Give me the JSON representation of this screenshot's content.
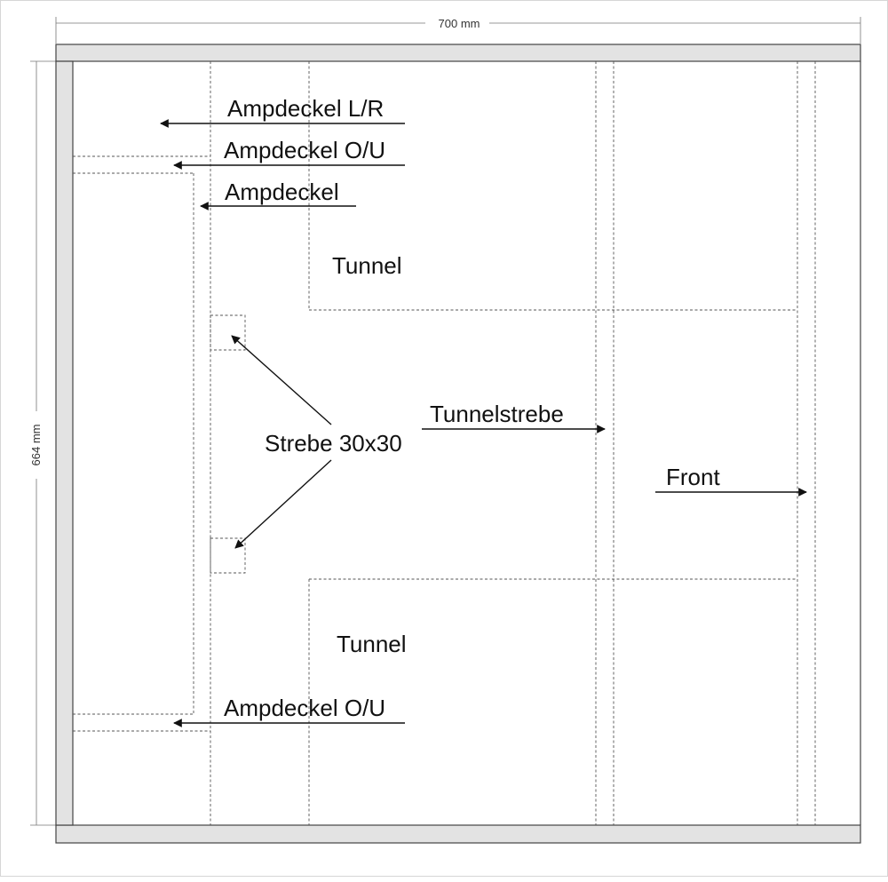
{
  "dimensions": {
    "width_label": "700 mm",
    "height_label": "664 mm"
  },
  "labels": {
    "ampdeckel_lr": "Ampdeckel L/R",
    "ampdeckel_ou_top": "Ampdeckel O/U",
    "ampdeckel": "Ampdeckel",
    "tunnel_top": "Tunnel",
    "tunnelstrebe": "Tunnelstrebe",
    "strebe": "Strebe 30x30",
    "front": "Front",
    "tunnel_bottom": "Tunnel",
    "ampdeckel_ou_bottom": "Ampdeckel O/U"
  }
}
